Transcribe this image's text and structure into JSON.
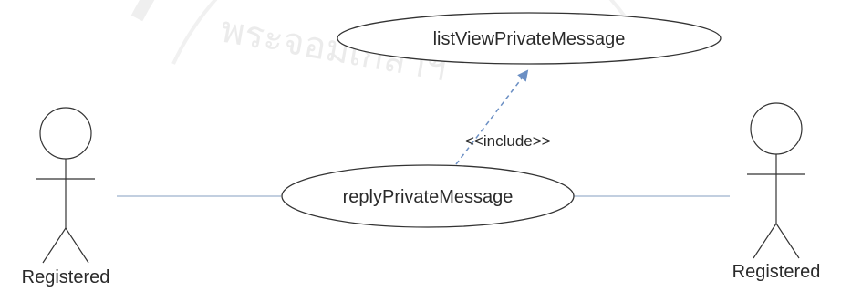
{
  "diagram": {
    "watermark_text": "พระจอมเกล้าฯ",
    "use_cases": {
      "list": "listViewPrivateMessage",
      "reply": "replyPrivateMessage"
    },
    "relationship": {
      "include": "<<include>>"
    },
    "actors": {
      "left": "Registered",
      "right": "Registered"
    }
  },
  "colors": {
    "stroke": "#333333",
    "association": "#aebfd6",
    "include_arrow": "#6b8fc4",
    "watermark": "#dcdcdc"
  }
}
